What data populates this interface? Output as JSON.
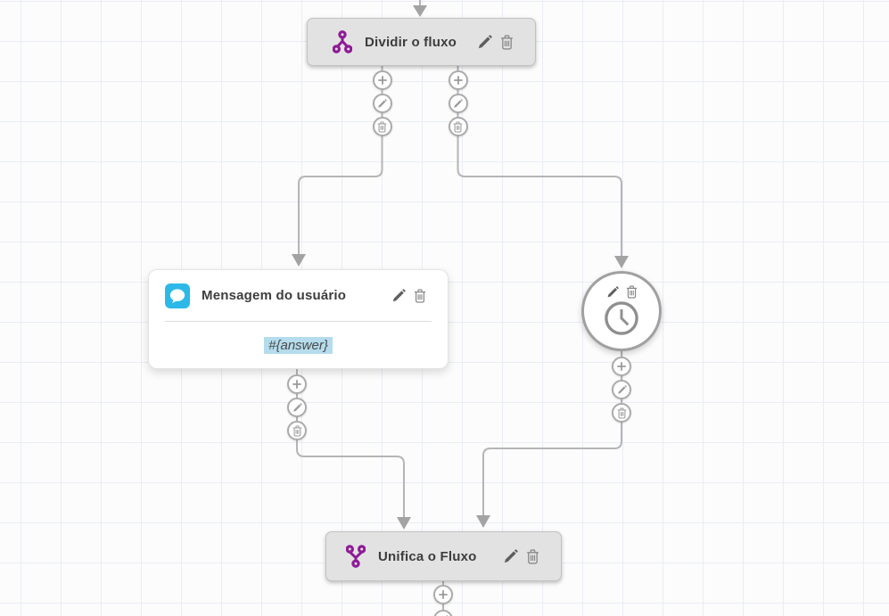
{
  "colors": {
    "purple": "#8E1B96",
    "blue": "#2CB9E8",
    "nodeGray": "#e2e2e2",
    "nodeBorder": "#c2c2c2",
    "connector": "#b5b5b5",
    "arrow": "#a3a3a3",
    "titleText": "#3d3d3d",
    "highlightBg": "#b5dcec"
  },
  "nodes": {
    "split": {
      "title": "Dividir o fluxo",
      "icon": "split-flow-icon"
    },
    "user_message": {
      "title": "Mensagem do usuário",
      "icon": "chat-bubble-icon",
      "body": "#{answer}"
    },
    "timer": {
      "icon": "clock-icon"
    },
    "merge": {
      "title": "Unifica o Fluxo",
      "icon": "merge-flow-icon"
    }
  },
  "action_icons": {
    "add": "plus-icon",
    "edit": "pencil-icon",
    "delete": "trash-icon"
  }
}
